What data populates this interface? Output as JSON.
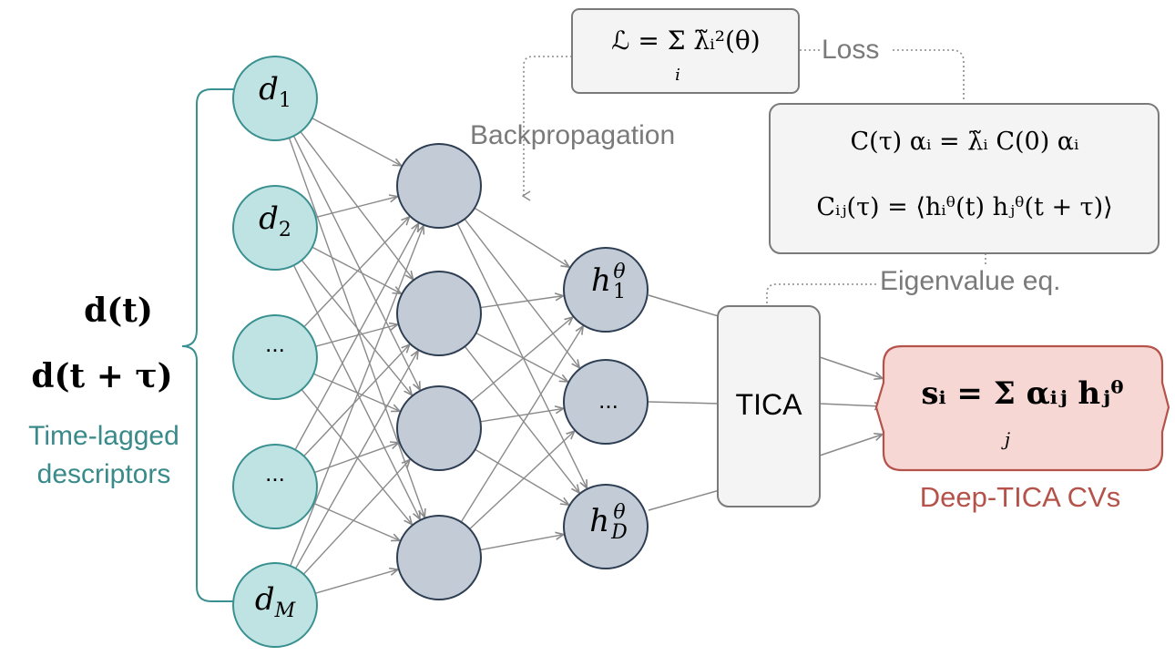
{
  "colors": {
    "input_fill": "#bfe3e3",
    "input_stroke": "#3a9090",
    "hidden_fill": "#c2cbd6",
    "hidden_stroke": "#2e3e52",
    "edge": "#8a8a8a",
    "box_fill": "#f4f4f4",
    "box_stroke": "#7a7a7a",
    "teal_text": "#3a8a8a",
    "gray_text": "#7a7a7a",
    "out_fill": "#f6d7d3",
    "out_stroke": "#b5524a",
    "out_text": "#b5524a"
  },
  "inputs": {
    "nodes": [
      {
        "base": "d",
        "sub": "1"
      },
      {
        "base": "d",
        "sub": "2"
      },
      {
        "text": "..."
      },
      {
        "text": "..."
      },
      {
        "base": "d",
        "sub": "M"
      }
    ],
    "bracket_labels": [
      "d(t)",
      "d(t + τ)"
    ],
    "group_label_line1": "Time-lagged",
    "group_label_line2": "descriptors"
  },
  "outputs": {
    "nodes": [
      {
        "base": "h",
        "sup": "θ",
        "sub": "1"
      },
      {
        "text": "..."
      },
      {
        "base": "h",
        "sup": "θ",
        "sub": "D"
      }
    ]
  },
  "tica": {
    "label": "TICA"
  },
  "loss_box": {
    "formula": "ℒ = Σ λ̃ᵢ²(θ)",
    "sum_index": "i"
  },
  "loss_label": "Loss",
  "backprop_label": "Backpropagation",
  "eigen_box": {
    "line1": "C(τ) αᵢ = λ̃ᵢ C(0) αᵢ",
    "line2": "Cᵢⱼ(τ) = ⟨hᵢᶿ(t) hⱼᶿ(t + τ)⟩"
  },
  "eigen_label": "Eigenvalue eq.",
  "cv_box": {
    "formula": "sᵢ = Σ αᵢⱼ hⱼᶿ",
    "sum_index": "j"
  },
  "cv_label": "Deep-TICA CVs"
}
